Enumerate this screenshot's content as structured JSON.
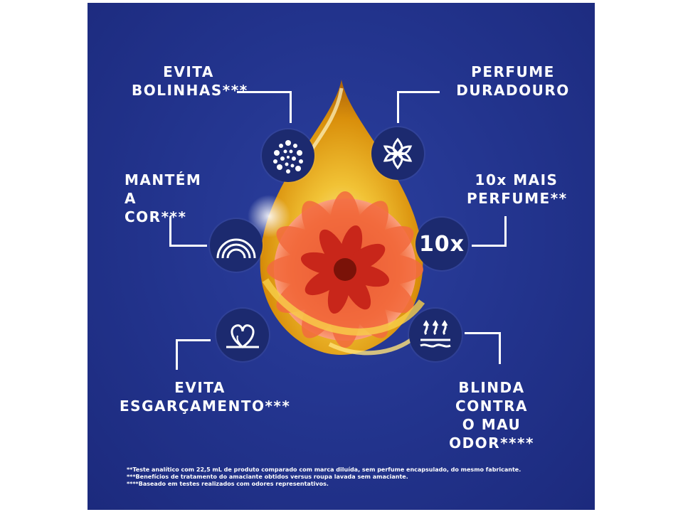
{
  "features": {
    "evita_bolinhas": "EVITA\nBOLINHAS***",
    "perfume_duradouro": "PERFUME\nDURADOURO",
    "mantem_a_cor": "MANTÉM\nA COR***",
    "mais_perfume": "10x MAIS\nPERFUME**",
    "evita_esgarcamento": "EVITA\nESGARÇAMENTO***",
    "blinda_mau_odor": "BLINDA CONTRA\nO MAU ODOR****"
  },
  "badge_10x": "10x",
  "icons": {
    "evita_bolinhas": "dots-icon",
    "perfume_duradouro": "flower-icon",
    "mantem_a_cor": "rainbow-icon",
    "mais_perfume": "10x-badge",
    "evita_esgarcamento": "fabric-heart-icon",
    "blinda_mau_odor": "odor-waves-icon"
  },
  "footnotes": [
    "**Teste analítico com 22,5 mL de produto comparado com marca diluída, sem perfume encapsulado, do mesmo fabricante.",
    "***Benefícios de tratamento do amaciante obtidos versus roupa lavada sem amaciante.",
    "****Baseado em testes realizados com odores representativos."
  ],
  "colors": {
    "background": "#22338c",
    "icon_circle": "#1c2a6f",
    "drop_gold": "#e7a615",
    "flower_red": "#d9361c",
    "text": "#ffffff"
  }
}
